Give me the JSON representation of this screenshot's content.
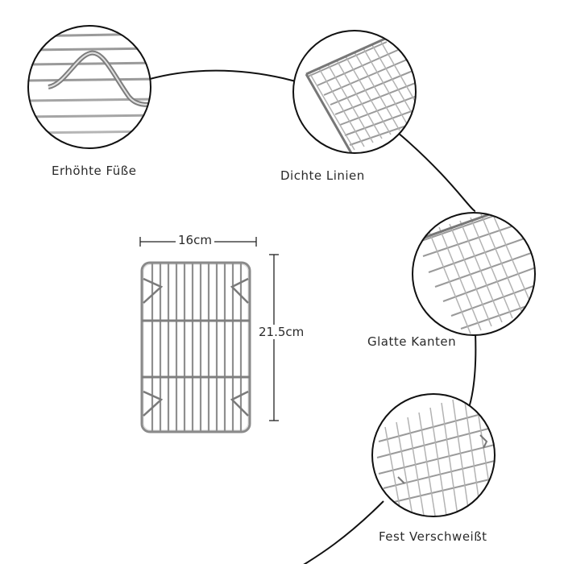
{
  "features": {
    "raised_feet": "Erhöhte Füße",
    "dense_lines": "Dichte Linien",
    "smooth_edges": "Glatte Kanten",
    "firmly_welded": "Fest Verschweißt"
  },
  "dimensions": {
    "width": "16cm",
    "height": "21.5cm"
  },
  "colors": {
    "wire": "#8a8a8a",
    "wire_light": "#c8c8c8",
    "outline": "#111111",
    "background": "#ffffff"
  }
}
